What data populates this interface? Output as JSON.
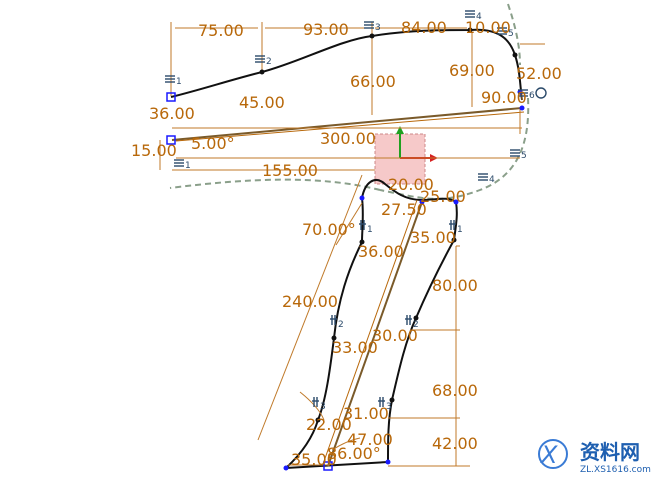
{
  "dimensions": {
    "d75": "75.00",
    "d93": "93.00",
    "d84": "84.00",
    "d10": "10.00",
    "d52": "52.00",
    "d69": "69.00",
    "d66": "66.00",
    "d90": "90.00",
    "d36a": "36.00",
    "d45": "45.00",
    "d5": "5.00°",
    "d15": "15.00",
    "d300": "300.00",
    "d155": "155.00",
    "d20": "20.00",
    "d25": "25.00",
    "d27": "27.50",
    "d70": "70.00°",
    "d36b": "36.00",
    "d35a": "35.00",
    "d240": "240.00",
    "d80": "80.00",
    "d30": "30.00",
    "d33": "33.00",
    "d68": "68.00",
    "d31": "31.00",
    "d22": "22.00",
    "d47": "47.00",
    "d42": "42.00",
    "d35b": "35.00",
    "d86": "86.00°"
  },
  "constraint_subscripts": [
    "1",
    "2",
    "3",
    "4",
    "5",
    "6",
    "1",
    "5",
    "4",
    "1",
    "1",
    "2",
    "2",
    "3",
    "3"
  ],
  "watermark": {
    "brand": "资料网",
    "url": "ZL.XS1616.com"
  },
  "colors": {
    "dimension": "#b8680a",
    "curve": "#111111",
    "construction": "#8a9f8a",
    "point": "#1a1aff",
    "axis_x": "#d62020",
    "axis_y": "#20a020",
    "origin_box": "#f6c9c9"
  }
}
